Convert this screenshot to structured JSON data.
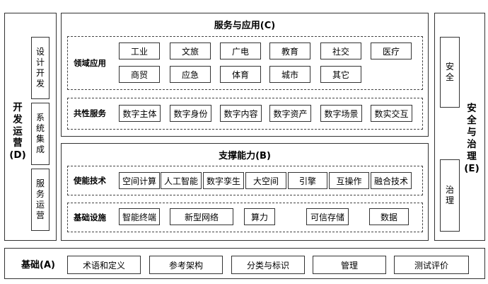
{
  "left": {
    "title_chars": [
      "开",
      "发",
      "运",
      "营"
    ],
    "title_suffix": "(D)",
    "boxes": [
      [
        "设",
        "计",
        "开",
        "发"
      ],
      [
        "系",
        "统",
        "集",
        "成"
      ],
      [
        "服",
        "务",
        "运",
        "营"
      ]
    ]
  },
  "right": {
    "title_chars": [
      "安",
      "全",
      "与",
      "治",
      "理"
    ],
    "title_suffix": "(E)",
    "boxes": [
      [
        "安",
        "全"
      ],
      [
        "治",
        "理"
      ]
    ]
  },
  "services": {
    "title": "服务与应用(C)",
    "domain_label": "领域应用",
    "domain_row1": [
      "工业",
      "文旅",
      "广电",
      "教育",
      "社交",
      "医疗"
    ],
    "domain_row2": [
      "商贸",
      "应急",
      "体育",
      "城市",
      "其它"
    ],
    "common_label": "共性服务",
    "common_items": [
      "数字主体",
      "数字身份",
      "数字内容",
      "数字资产",
      "数字场景",
      "数实交互"
    ]
  },
  "support": {
    "title": "支撑能力(B)",
    "enable_label": "使能技术",
    "enable_items": [
      "空间计算",
      "人工智能",
      "数字孪生",
      "大空间",
      "引擎",
      "互操作",
      "融合技术"
    ],
    "infra_label": "基础设施",
    "infra_items": [
      "智能终端",
      "新型网络",
      "算力",
      "可信存储",
      "数据"
    ]
  },
  "foundation": {
    "title": "基础(A)",
    "items": [
      "术语和定义",
      "参考架构",
      "分类与标识",
      "管理",
      "测试评价"
    ]
  }
}
